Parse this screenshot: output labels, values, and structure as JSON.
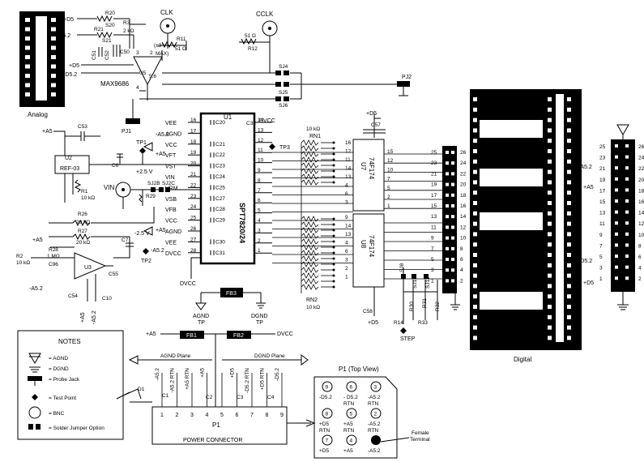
{
  "labels": {
    "analog": "Analog",
    "digital": "Digital",
    "u1": "U1",
    "u1_part": "SPT7820/24",
    "u2": "U2",
    "u2_part": "REF-03",
    "u3": "U3",
    "u5": "U5",
    "u5_part": "MAX9686",
    "u7": "U7",
    "u7_part": "74F174",
    "u8": "U8",
    "u8_part": "74F174",
    "clk": "CLK",
    "cclk": "CCLK",
    "vin": "VIN",
    "pj1": "PJ1",
    "pj2": "PJ2",
    "tp1": "TP1",
    "tp2": "TP2",
    "tp3": "TP3",
    "rn1": "RN1",
    "rn1_val": "10 kΩ",
    "rn2": "RN2",
    "rn2_val": "10 kΩ",
    "fb1": "FB1",
    "fb2": "FB2",
    "fb3": "FB3",
    "agnd_tp": "AGND",
    "dgnd_tp": "DGND",
    "tp_word": "TP",
    "agnd_plane": "AGND Plane",
    "dgnd_plane": "DGND Plane",
    "power_connector": "POWER CONNECTOR",
    "p1": "P1",
    "p1_top": "P1   (Top View)",
    "female_terminal_1": "Female",
    "female_terminal_2": "Terminal",
    "step": "STEP",
    "dvcc": "DVCC",
    "avcc_a5": "+A5",
    "d5": "+D5",
    "d52": "-D5.2",
    "a52": "-A5.2",
    "plus25": "+2.5 V",
    "minus25": "-2.5 V"
  },
  "resistors": {
    "r20": "R20",
    "s20": "S20",
    "r21": "R21",
    "s21": "S21",
    "r3": "R3",
    "r3v": "2 kΩ",
    "r11": "R11",
    "r11v": "51 Ω",
    "r12": "R12",
    "r12v": "51 Ω",
    "r1": "R1",
    "r1v": "10 kΩ",
    "r26": "R26",
    "r26v": "20 kΩ",
    "r27": "R27",
    "r27v": "20 kΩ",
    "r28": "R28",
    "r28v": "1 MΩ",
    "r2": "R2",
    "r2v": "10 kΩ",
    "r14": "R14",
    "r29": "R29",
    "r30": "R30",
    "r31": "R31",
    "r32": "R32",
    "r33": "R33"
  },
  "caps": {
    "c50": "C50",
    "c51": "C51",
    "c52": "C52",
    "c53": "C53",
    "c6": "C6",
    "c32": "C32",
    "c57": "C57",
    "c58": "C58",
    "c7": "C7",
    "c96": "C96",
    "c54": "C54",
    "c55": "C55",
    "c10": "C10",
    "c1": "C1",
    "c2": "C2",
    "c3": "C3",
    "c4": "C4",
    "d1": "D1"
  },
  "jumpers": {
    "sj4": "SJ4",
    "sj5": "SJ5",
    "sj6": "SJ6",
    "sj2b": "SJ2B",
    "sj2c": "SJ2C",
    "sj8": "SJ8",
    "sj10": "SJ10",
    "sj11": "SJ11"
  },
  "u1_left_pins": [
    {
      "name": "VEE",
      "num": "16",
      "cap": "C20"
    },
    {
      "name": "AGND",
      "num": "17",
      "cap": ""
    },
    {
      "name": "VCC",
      "num": "18",
      "cap": "C21"
    },
    {
      "name": "VFT",
      "num": "19",
      "cap": "C22"
    },
    {
      "name": "VST",
      "num": "20",
      "cap": "C23"
    },
    {
      "name": "VIN",
      "num": "21",
      "cap": "C24"
    },
    {
      "name": "VRM",
      "num": "22",
      "cap": "C25"
    },
    {
      "name": "VSB",
      "num": "23",
      "cap": "C27"
    },
    {
      "name": "VFB",
      "num": "24",
      "cap": "C28"
    },
    {
      "name": "VCC",
      "num": "25",
      "cap": "C29"
    },
    {
      "name": "AGND",
      "num": "26",
      "cap": ""
    },
    {
      "name": "VEE",
      "num": "27",
      "cap": "C30"
    },
    {
      "name": "DVCC",
      "num": "28",
      "cap": "C31"
    }
  ],
  "u1_right_pins": [
    "14",
    "13",
    "12",
    "11",
    "10",
    "9",
    "8",
    "7",
    "6",
    "5",
    "4",
    "3",
    "2",
    "1"
  ],
  "u7_in": [
    "16",
    "12",
    "11",
    "14",
    "13",
    "4",
    "6",
    "3"
  ],
  "u7_out": [
    "15",
    "12",
    "10",
    "7",
    "5",
    "2",
    "1"
  ],
  "u8_in": [
    "9",
    "14",
    "13",
    "4",
    "6",
    "3",
    "2",
    "1"
  ],
  "header_pins_left": [
    "25",
    "23",
    "21",
    "19",
    "17",
    "15",
    "13",
    "11",
    "9",
    "7",
    "5",
    "3",
    "1"
  ],
  "header_pins_right": [
    "26",
    "24",
    "22",
    "20",
    "18",
    "16",
    "14",
    "12",
    "10",
    "8",
    "6",
    "4",
    "2"
  ],
  "conn_pins_left": [
    "25",
    "23",
    "21",
    "19",
    "17",
    "15",
    "13",
    "11",
    "9",
    "7",
    "5",
    "3",
    "1"
  ],
  "conn_pins_right": [
    "26",
    "24",
    "22",
    "20",
    "18",
    "16",
    "14",
    "12",
    "10",
    "8",
    "6",
    "4",
    "2"
  ],
  "conn_rails": [
    "-A5.2",
    "+A5",
    "-D5.2",
    "+D5"
  ],
  "p1_pins": [
    "1",
    "2",
    "3",
    "4",
    "5",
    "6",
    "7",
    "8",
    "9"
  ],
  "p1_nets": [
    "-A5.2",
    "-A5.2 RTN",
    "+A5 RTN",
    "+A5",
    "+D5",
    "-D5.2 RTN",
    "+D5 RTN",
    "-D5.2"
  ],
  "p1_top": [
    {
      "num": "9",
      "net": "-D5.2"
    },
    {
      "num": "6",
      "net": "- D5.2\nRTN"
    },
    {
      "num": "3",
      "net": "-A5.2\nRTN"
    },
    {
      "num": "8",
      "net": "+D5\nRTN"
    },
    {
      "num": "5",
      "net": "+A5\nRTN"
    },
    {
      "num": "2",
      "net": "-A5.2\nRTN"
    },
    {
      "num": "7",
      "net": "+D5"
    },
    {
      "num": "4",
      "net": "+A5"
    },
    {
      "num": "",
      "net": "-A5.2"
    }
  ],
  "notes": {
    "title": "NOTES",
    "items": [
      "= AGND",
      "= DGND",
      "= Probe Jack",
      "= Test Point",
      "= BNC",
      "= Solder Jumper Option"
    ]
  }
}
